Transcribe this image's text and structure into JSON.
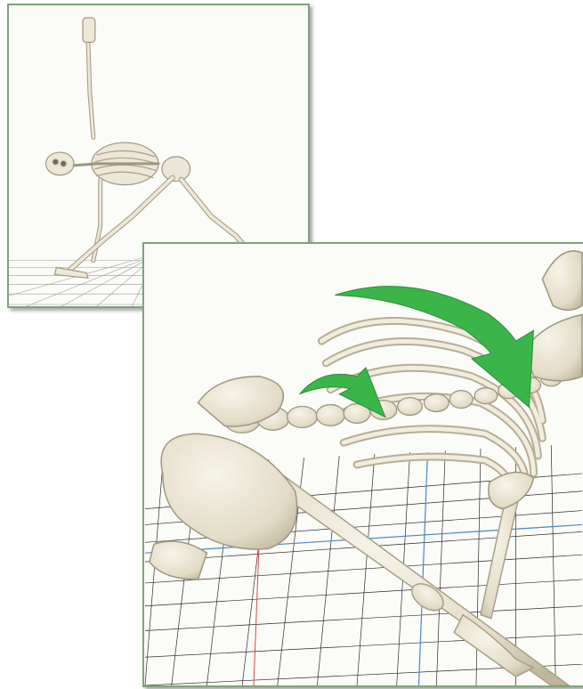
{
  "figure": {
    "panels": [
      {
        "id": "full-body",
        "subject": "skeleton-triangle-pose"
      },
      {
        "id": "spine-closeup",
        "subject": "skeleton-spine-rotation"
      }
    ],
    "arrows": [
      {
        "id": "large-arrow",
        "color": "#3bb54a"
      },
      {
        "id": "small-arrow",
        "color": "#3bb54a"
      }
    ]
  },
  "colors": {
    "frame": "#7fa37a",
    "bone": "#ece7d6",
    "bone_shadow": "#b9b19b",
    "grid_black": "#2b2b2b",
    "grid_blue": "#4a86c8",
    "grid_red": "#d84a4a",
    "arrow": "#3bb54a"
  }
}
